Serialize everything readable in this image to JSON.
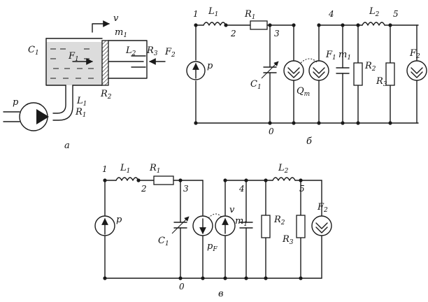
{
  "panels": {
    "a": {
      "caption": "а",
      "labels": {
        "C1": "C1",
        "F1": "F1",
        "m1": "m1",
        "v": "v",
        "L2": "L2",
        "R3": "R3",
        "F2": "F2",
        "R2": "R2",
        "L1": "L1",
        "R1": "R1",
        "p": "p"
      }
    },
    "b": {
      "caption": "б",
      "nodes": [
        "1",
        "2",
        "3",
        "4",
        "5",
        "0"
      ],
      "labels": {
        "L1": "L1",
        "R1": "R1",
        "L2": "L2",
        "p": "p",
        "C1": "C1",
        "Qm": "Qm",
        "F1": "F1",
        "m1": "m1",
        "R2": "R2",
        "R3": "R3",
        "F2": "F2"
      }
    },
    "c": {
      "caption": "в",
      "nodes": [
        "1",
        "2",
        "3",
        "4",
        "5",
        "0"
      ],
      "labels": {
        "L1": "L1",
        "R1": "R1",
        "L2": "L2",
        "p": "p",
        "C1": "C1",
        "pF": "pF",
        "v": "v",
        "m1": "m1",
        "R2": "R2",
        "R3": "R3",
        "F2": "F2"
      }
    }
  }
}
